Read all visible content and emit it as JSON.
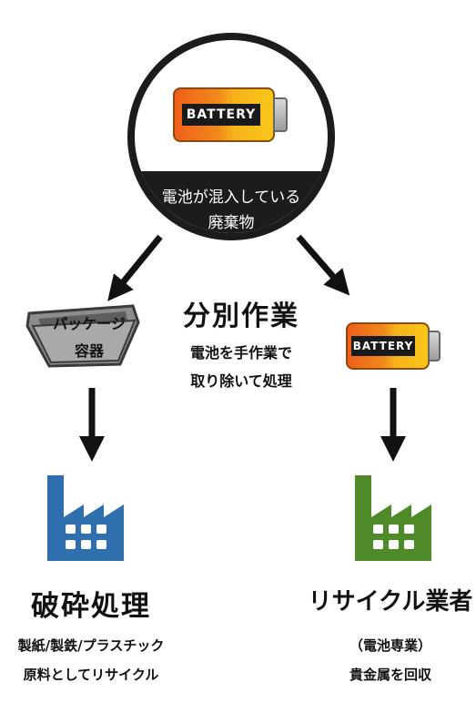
{
  "source": {
    "battery_label": "BATTERY",
    "line1": "電池が混入している",
    "line2": "廃棄物"
  },
  "center": {
    "title": "分別作業",
    "line1": "電池を手作業で",
    "line2": "取り除いて処理"
  },
  "left": {
    "container_line1": "パッケージ",
    "container_line2": "容器",
    "title": "破砕処理",
    "desc_line1": "製紙/製鉄/プラスチック",
    "desc_line2": "原料としてリサイクル",
    "factory_color": "#2f6fad"
  },
  "right": {
    "battery_label": "BATTERY",
    "title": "リサイクル業者",
    "desc_line1": "（電池専業）",
    "desc_line2": "貴金属を回収",
    "factory_color": "#4f8a2a"
  },
  "colors": {
    "dark": "#1c1c1c",
    "arrow": "#111111"
  }
}
